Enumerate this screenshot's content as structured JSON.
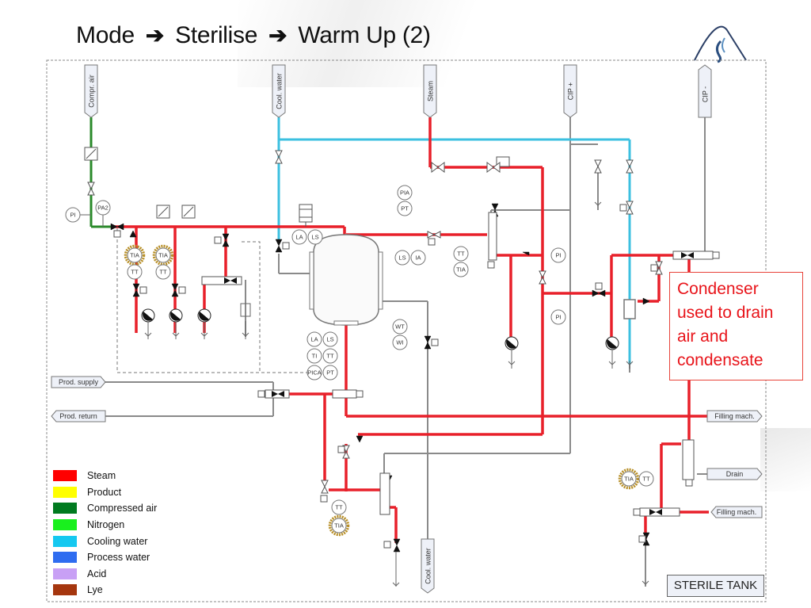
{
  "title": {
    "mode": "Mode",
    "step1": "Sterilise",
    "step2": "Warm Up (2)",
    "arrow_icon": "➔"
  },
  "diagram_name": "STERILE TANK",
  "callout": {
    "lines": [
      "Condenser",
      "used to drain",
      "air and",
      "condensate"
    ]
  },
  "connections_top": {
    "compr_air": "Compr. air",
    "cool_water": "Cool. water",
    "steam": "Steam",
    "cip_plus": "CIP +",
    "cip_minus": "CIP -"
  },
  "connections_side": {
    "prod_supply": "Prod. supply",
    "prod_return": "Prod. return",
    "filling_mach_1": "Filling mach.",
    "drain": "Drain",
    "filling_mach_2": "Filling mach.",
    "cool_water_bottom": "Cool. water"
  },
  "instruments": {
    "pi_air": "PI",
    "pa2": "PA2",
    "tia1": "TIA",
    "tt1": "TT",
    "tia2": "TIA",
    "tt2": "TT",
    "la_top": "LA",
    "ls_top": "LS",
    "pia": "PIA",
    "pt_top": "PT",
    "ls_side": "LS",
    "ia_side": "IA",
    "tt_mid": "TT",
    "tia_mid": "TIA",
    "pi_mid1": "PI",
    "pi_mid2": "PI",
    "wt": "WT",
    "wi": "WI",
    "la_bot": "LA",
    "ls_bot": "LS",
    "ti_bot": "TI",
    "tt_bot": "TT",
    "pica": "PICA",
    "pt_bot": "PT",
    "tt_low": "TT",
    "tia_low": "TIA",
    "tia_right": "TIA",
    "tt_right": "TT"
  },
  "legend": [
    {
      "label": "Steam",
      "color": "#ff0000"
    },
    {
      "label": "Product",
      "color": "#ffff00"
    },
    {
      "label": "Compressed air",
      "color": "#007a1f"
    },
    {
      "label": "Nitrogen",
      "color": "#19f01e"
    },
    {
      "label": "Cooling water",
      "color": "#15c8f0"
    },
    {
      "label": "Process water",
      "color": "#2e6cf0"
    },
    {
      "label": "Acid",
      "color": "#c8a0f5"
    },
    {
      "label": "Lye",
      "color": "#a5360e"
    }
  ],
  "line_colors": {
    "steam": "#e8202a",
    "cooling": "#3cc0e0",
    "air": "#2a8a2a",
    "neutral": "#888888"
  }
}
